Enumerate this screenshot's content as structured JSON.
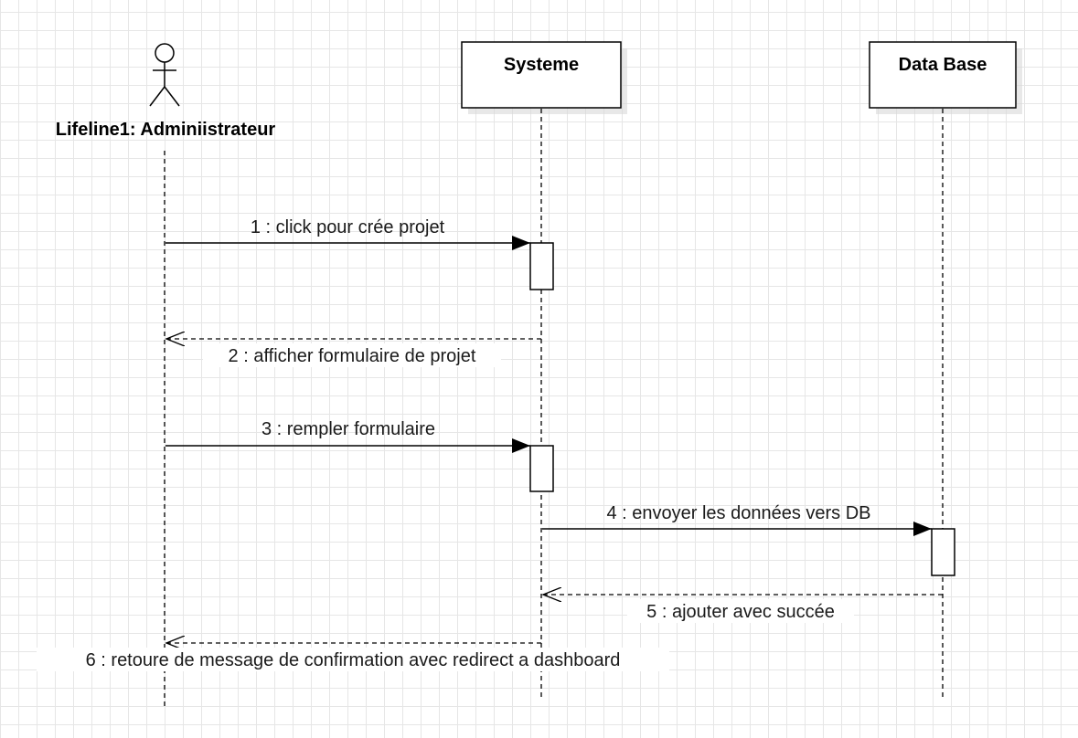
{
  "diagram": {
    "actor": {
      "label": "Lifeline1: Adminiistrateur"
    },
    "participants": [
      {
        "label": "Systeme"
      },
      {
        "label": "Data Base"
      }
    ],
    "messages": [
      {
        "text": "1 : click pour crée projet",
        "from": "actor",
        "to": "systeme",
        "style": "sync"
      },
      {
        "text": "2 : afficher formulaire de projet",
        "from": "systeme",
        "to": "actor",
        "style": "return"
      },
      {
        "text": "3 : rempler formulaire",
        "from": "actor",
        "to": "systeme",
        "style": "sync"
      },
      {
        "text": "4 : envoyer les données vers DB",
        "from": "systeme",
        "to": "database",
        "style": "sync"
      },
      {
        "text": "5 : ajouter avec succée",
        "from": "database",
        "to": "systeme",
        "style": "return"
      },
      {
        "text": "6 : retoure de message de confirmation avec redirect a dashboard",
        "from": "systeme",
        "to": "actor",
        "style": "return"
      }
    ]
  }
}
